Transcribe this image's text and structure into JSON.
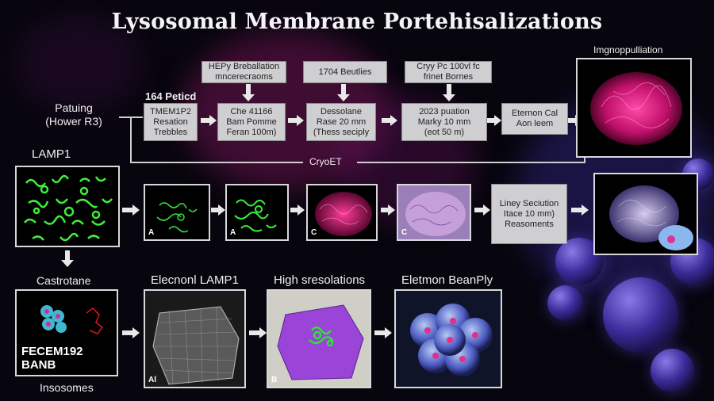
{
  "title": "Lysosomal Membrane Portehisalizations",
  "left_labels": {
    "patterning": "Patuing\n(Hower R3)",
    "lamp1": "LAMP1",
    "castrotane": "Castrotane",
    "insosomes": "Insosomes",
    "fecem": "FECEM192\nBANB"
  },
  "top_row": {
    "notes": [
      {
        "text": "HEPy Breballation\nmncerecraoms"
      },
      {
        "text": "1704 Beutlies"
      },
      {
        "text": "Cryy Pc 100vl fc\nfrinet Bornes"
      }
    ],
    "row_label": "164 Peticd",
    "boxes": [
      {
        "text": "TMEM1P2\nResation\nTrebbles"
      },
      {
        "text": "Che 41166\nBam Pomme\nFeran 100m)"
      },
      {
        "text": "Dessolane\nRase 20 mm\n(Thess seciply"
      },
      {
        "text": "2023 puation\nMarky 10 mm\n(eot 50 m)"
      },
      {
        "text": "Eternon Cal\nAon leem"
      }
    ],
    "right_label": "Imgnoppulliation",
    "cryo_label": "CryoET"
  },
  "mid_row": {
    "panel_tags": [
      "A",
      "A",
      "C",
      "C"
    ],
    "box_text": "Liney Seciution\nItace 10 mm)\nReasoments"
  },
  "bottom_row": {
    "labels": [
      "Elecnonl LAMP1",
      "High sresolations",
      "Eletmon BeanPly"
    ],
    "panel_tags": [
      "Al",
      "B"
    ]
  },
  "colors": {
    "green": "#39e83a",
    "magenta": "#e0207a",
    "box_bg": "#cfcfd2",
    "purple": "#8a3fd6"
  }
}
